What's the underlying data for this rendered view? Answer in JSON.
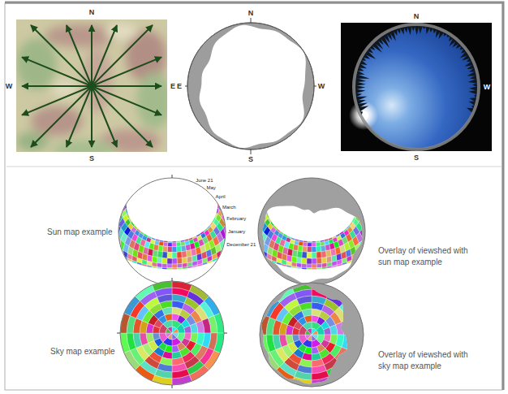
{
  "diagram": {
    "labels": [
      "N",
      "W",
      "E",
      "S",
      "N",
      "E",
      "W",
      "S",
      "N",
      "W",
      "S",
      "June 21",
      "May",
      "April",
      "March",
      "February",
      "January",
      "December 21",
      "Sun map example",
      "Overlay of viewshed with sun map example",
      "Sky map example",
      "Overlay of viewshed with sky map example"
    ]
  }
}
